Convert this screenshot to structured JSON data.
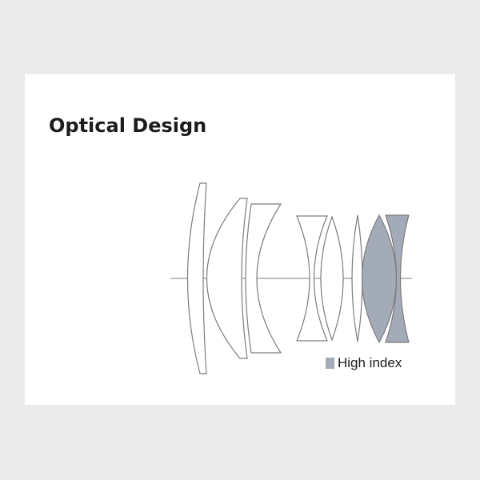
{
  "title": "Optical Design",
  "legend": {
    "label": "High index",
    "swatch_color": "#a3aab8"
  },
  "colors": {
    "background": "#ebebeb",
    "card": "#ffffff",
    "outline": "#7c7c7c",
    "high_index_fill": "#a3aab8"
  },
  "lens_elements": [
    {
      "name": "element-1",
      "high_index": false
    },
    {
      "name": "element-2",
      "high_index": false
    },
    {
      "name": "element-3",
      "high_index": false
    },
    {
      "name": "element-4",
      "high_index": false
    },
    {
      "name": "element-5",
      "high_index": false
    },
    {
      "name": "element-6",
      "high_index": false
    },
    {
      "name": "element-7",
      "high_index": true
    },
    {
      "name": "element-8",
      "high_index": true
    }
  ]
}
